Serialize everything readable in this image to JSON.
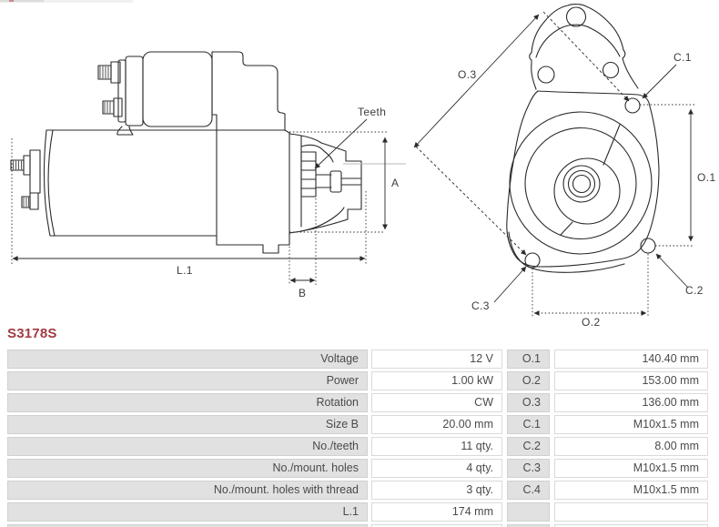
{
  "part_number": {
    "text": "S3178S",
    "color": "#a23b42"
  },
  "drawing": {
    "stroke_color": "#2a2a2a",
    "label_color": "#3c3c3c",
    "side_view": {
      "teeth": "Teeth",
      "a": "A",
      "l1": "L.1",
      "b": "B"
    },
    "front_view": {
      "o3": "O.3",
      "c1": "C.1",
      "o1": "O.1",
      "c2": "C.2",
      "c3": "C.3",
      "o2": "O.2"
    }
  },
  "spec_table": {
    "rows": [
      {
        "label": "Voltage",
        "value": "12 V",
        "label2": "O.1",
        "value2": "140.40 mm"
      },
      {
        "label": "Power",
        "value": "1.00 kW",
        "label2": "O.2",
        "value2": "153.00 mm"
      },
      {
        "label": "Rotation",
        "value": "CW",
        "label2": "O.3",
        "value2": "136.00 mm"
      },
      {
        "label": "Size B",
        "value": "20.00 mm",
        "label2": "C.1",
        "value2": "M10x1.5 mm"
      },
      {
        "label": "No./teeth",
        "value": "11 qty.",
        "label2": "C.2",
        "value2": "8.00 mm"
      },
      {
        "label": "No./mount. holes",
        "value": "4 qty.",
        "label2": "C.3",
        "value2": "M10x1.5 mm"
      },
      {
        "label": "No./mount. holes with thread",
        "value": "3 qty.",
        "label2": "C.4",
        "value2": "M10x1.5 mm"
      },
      {
        "label": "L.1",
        "value": "174 mm",
        "label2": "",
        "value2": ""
      }
    ]
  }
}
